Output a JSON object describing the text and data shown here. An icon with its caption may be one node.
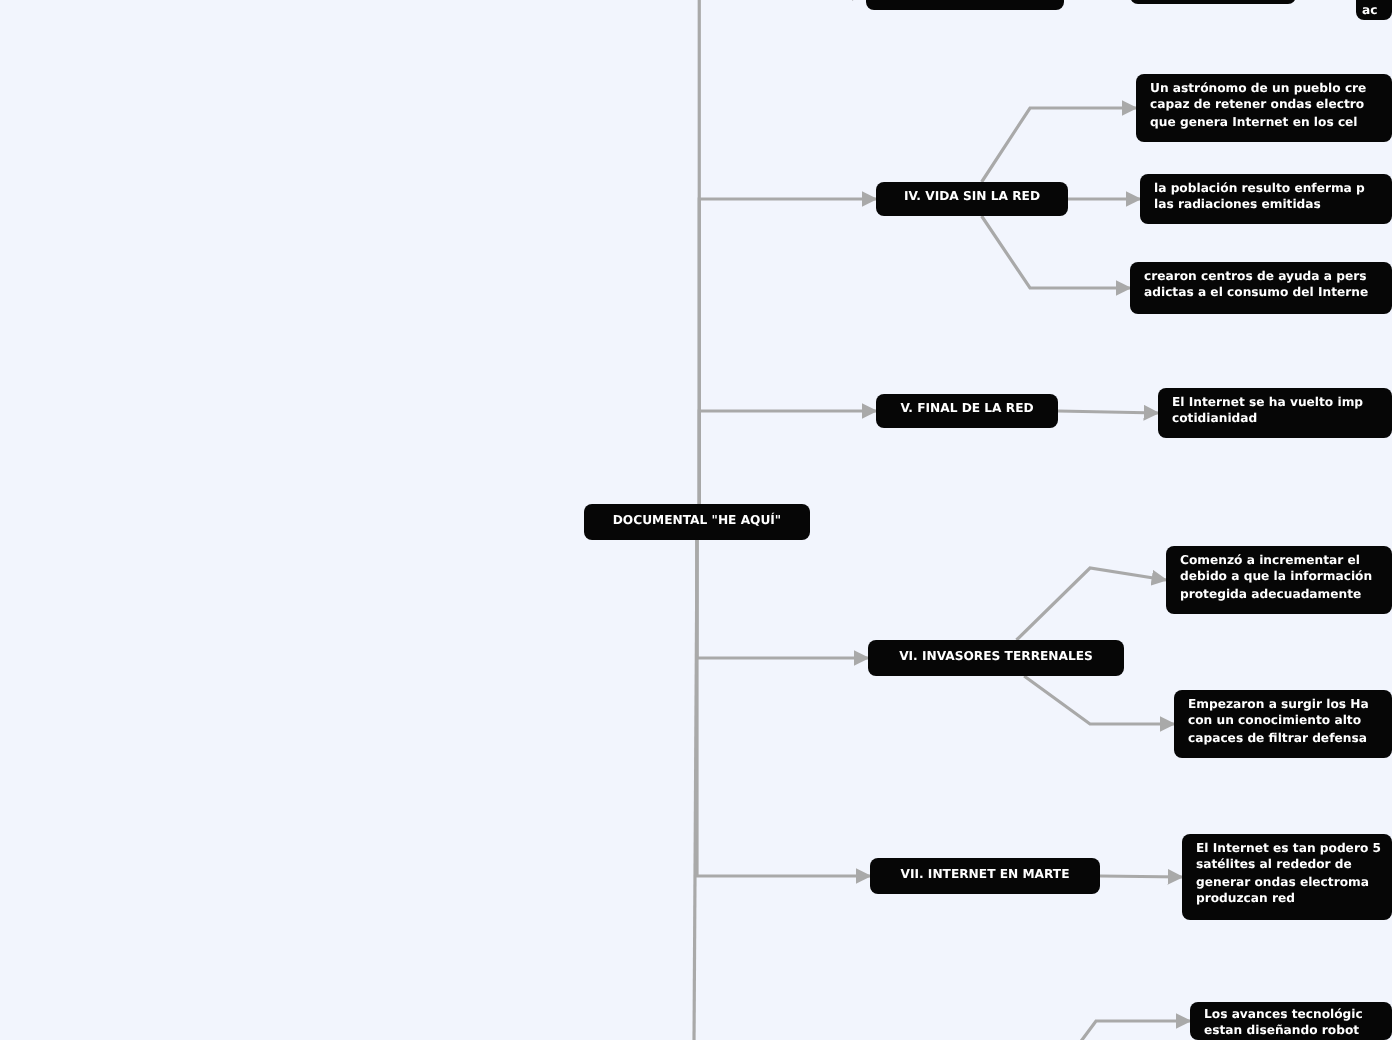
{
  "diagram": {
    "nodes": [
      {
        "text": [
          "DOCUMENTAL \"HE AQUÍ\""
        ]
      },
      {
        "text": [],
        "shape": "box"
      },
      {
        "text": [],
        "shape": "box"
      },
      {
        "text": [
          "ac"
        ]
      },
      {
        "text": [
          "IV. VIDA SIN LA RED"
        ]
      },
      {
        "text": [
          "Un astrónomo de un pueblo cre capaz de retener ondas electro que genera Internet en los cel"
        ]
      },
      {
        "text": [
          "la población resulto enferma p las radiaciones emitidas"
        ]
      },
      {
        "text": [
          "crearon centros de ayuda a pers adictas a el consumo del Interne"
        ]
      },
      {
        "text": [
          "V. FINAL DE LA RED"
        ]
      },
      {
        "text": [
          "El Internet se ha vuelto imp cotidianidad"
        ]
      },
      {
        "text": [
          "VI. INVASORES TERRENALES"
        ]
      },
      {
        "text": [
          "Comenzó a incrementar el debido a que la información protegida adecuadamente"
        ]
      },
      {
        "text": [
          "Empezaron a surgir los Ha con un conocimiento alto capaces de filtrar defensa"
        ]
      },
      {
        "text": [
          "VII. INTERNET EN MARTE"
        ]
      },
      {
        "text": [
          "El Internet es tan podero 5 satélites al rededor de generar ondas electroma produzcan red"
        ]
      },
      {
        "text": [
          "Los avances tecnológic estan diseñando robot"
        ]
      }
    ],
    "edges": [
      {
        "from": 0,
        "to": 1,
        "arrow": "to"
      },
      {
        "from": 0,
        "to": 4,
        "arrow": "to"
      },
      {
        "from": 4,
        "to": 5,
        "arrow": "to"
      },
      {
        "from": 4,
        "to": 6,
        "arrow": "to"
      },
      {
        "from": 4,
        "to": 7,
        "arrow": "to"
      },
      {
        "from": 0,
        "to": 8,
        "arrow": "to"
      },
      {
        "from": 8,
        "to": 9,
        "arrow": "to"
      },
      {
        "from": 0,
        "to": 10,
        "arrow": "to"
      },
      {
        "from": 10,
        "to": 11,
        "arrow": "to"
      },
      {
        "from": 10,
        "to": 12,
        "arrow": "to"
      },
      {
        "from": 0,
        "to": 13,
        "arrow": "to"
      },
      {
        "from": 13,
        "to": 14,
        "arrow": "to"
      },
      {
        "from": 0,
        "to": null,
        "arrow": "none"
      },
      {
        "from": null,
        "to": 15,
        "arrow": "to"
      }
    ]
  }
}
